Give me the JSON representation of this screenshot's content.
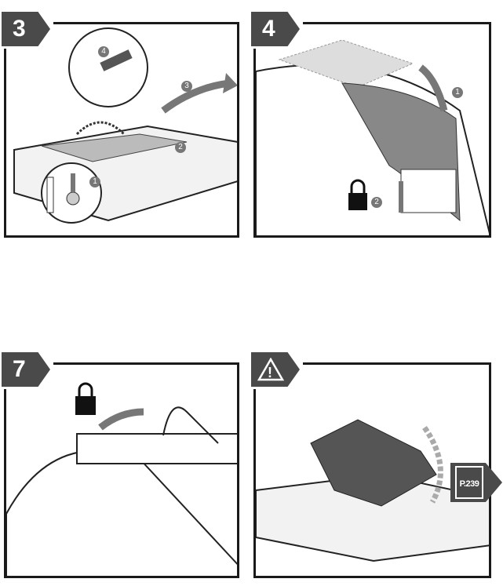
{
  "steps": [
    {
      "label": "3",
      "callouts": [
        "1",
        "2",
        "3",
        "4"
      ]
    },
    {
      "label": "4",
      "callouts": [
        "1",
        "2"
      ]
    },
    {
      "label": "7"
    },
    {
      "label": "!"
    }
  ],
  "page_reference": "P.239",
  "colors": {
    "tab": "#4a4a4a",
    "frame": "#1a1a1a",
    "arrow": "#777777",
    "fill": "#8a8a8a"
  }
}
